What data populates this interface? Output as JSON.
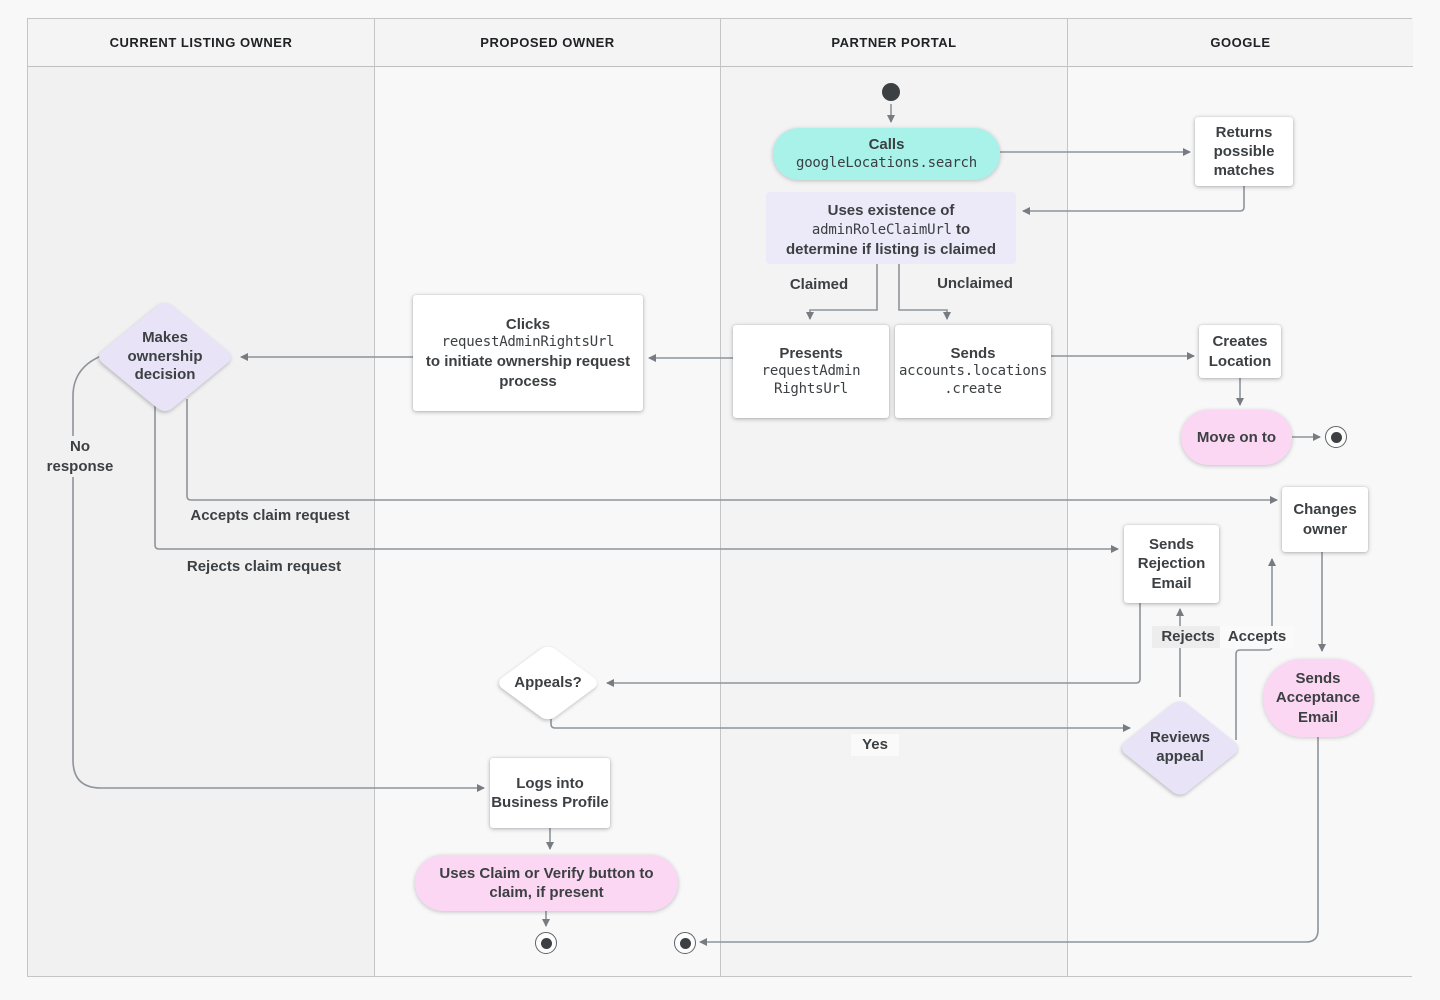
{
  "lanes": [
    {
      "label": "CURRENT LISTING OWNER"
    },
    {
      "label": "PROPOSED OWNER"
    },
    {
      "label": "PARTNER PORTAL"
    },
    {
      "label": "GOOGLE"
    }
  ],
  "nodes": {
    "calls": {
      "label": "Calls",
      "code": "googleLocations.search"
    },
    "uses_existence": {
      "pre": "Uses existence of ",
      "code": "adminRoleClaimUrl",
      "post": " to determine if listing is claimed"
    },
    "presents": {
      "label": "Presents",
      "code": "requestAdmin\nRightsUrl"
    },
    "sends_create": {
      "label": "Sends",
      "code": "accounts.locations\n.create"
    },
    "returns_matches": {
      "label": "Returns possible matches"
    },
    "creates_location": {
      "label": "Creates Location"
    },
    "move_on_to": {
      "label": "Move on to"
    },
    "changes_owner": {
      "label": "Changes owner"
    },
    "sends_rejection": {
      "label": "Sends Rejection Email"
    },
    "reviews_appeal": {
      "label": "Reviews appeal"
    },
    "sends_acceptance": {
      "label": "Sends Acceptance Email"
    },
    "makes_decision": {
      "label": "Makes ownership decision"
    },
    "clicks": {
      "label": "Clicks",
      "code": "requestAdminRightsUrl",
      "post": "to initiate ownership request process"
    },
    "appeals": {
      "label": "Appeals?"
    },
    "logs_into": {
      "label": "Logs into Business Profile"
    },
    "uses_claim": {
      "label": "Uses Claim or Verify button to claim, if present"
    }
  },
  "edge_labels": {
    "claimed": "Claimed",
    "unclaimed": "Unclaimed",
    "no_response": "No response",
    "accepts_claim": "Accepts claim request",
    "rejects_claim": "Rejects claim request",
    "rejects": "Rejects",
    "accepts": "Accepts",
    "yes": "Yes"
  },
  "colors": {
    "teal": "#a9f2e9",
    "pink": "#fbd7f3",
    "lavender": "#e8e3f6",
    "purple_note": "#ece9f8",
    "line": "#8e949a"
  }
}
